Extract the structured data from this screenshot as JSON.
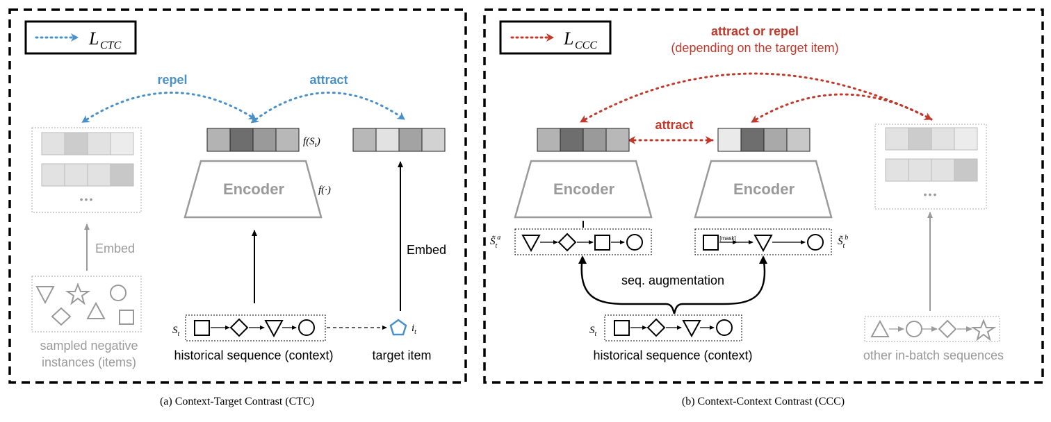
{
  "colors": {
    "ctc_blue": "#4a90c8",
    "ccc_red": "#c0392b",
    "gray_text": "#9a9a9a",
    "gray_line": "#9a9a9a",
    "black": "#000000"
  },
  "panel_a": {
    "legend_label": "L",
    "legend_sub": "CTC",
    "repel": "repel",
    "attract": "attract",
    "encoder": "Encoder",
    "f_label": "f(·)",
    "f_s_label": "f(S",
    "f_s_sub": "t",
    "f_s_close": ")",
    "embed_left": "Embed",
    "embed_right": "Embed",
    "more": "•••",
    "s_label": "S",
    "s_sub": "t",
    "i_label": "i",
    "i_sub": "t",
    "neg_caption_1": "sampled negative",
    "neg_caption_2": "instances (items)",
    "hist_caption": "historical sequence (context)",
    "target_caption": "target item",
    "caption": "(a)  Context-Target Contrast (CTC)"
  },
  "panel_b": {
    "legend_label": "L",
    "legend_sub": "CCC",
    "attract_repel": "attract or repel",
    "depending": "(depending on the target item)",
    "attract": "attract",
    "encoder_left": "Encoder",
    "encoder_right": "Encoder",
    "s_a_label": "S̃",
    "s_a_sub": "t",
    "s_a_sup": "a",
    "s_b_label": "S̃",
    "s_b_sub": "t",
    "s_b_sup": "b",
    "mask": "[mask]",
    "seq_aug": "seq. augmentation",
    "s_label": "S",
    "s_sub": "t",
    "more": "•••",
    "hist_caption": "historical sequence (context)",
    "other_caption": "other in-batch sequences",
    "caption": "(b)  Context-Context Contrast (CCC)"
  }
}
